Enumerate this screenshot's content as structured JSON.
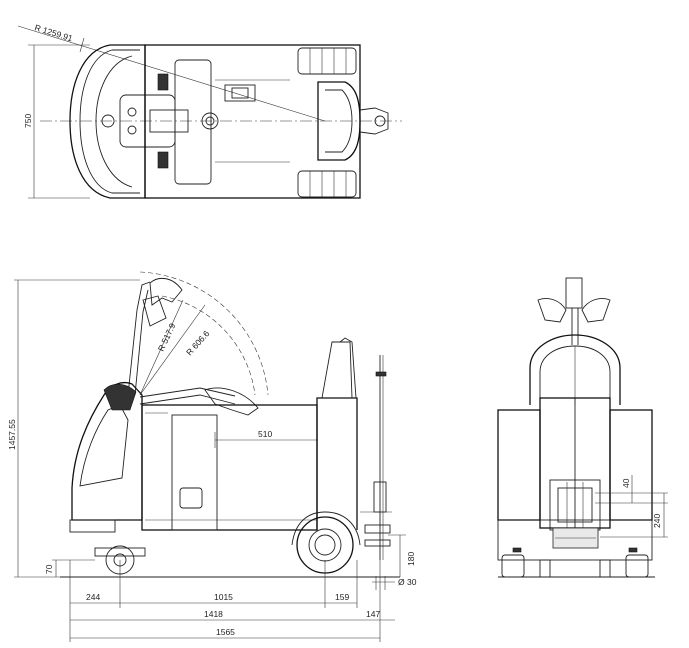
{
  "top_view": {
    "radius_label": "R 1259.91",
    "width_label": "750"
  },
  "side_view": {
    "height_label": "1457.55",
    "radius_inner_label": "R 517.9",
    "radius_outer_label": "R 606.6",
    "reach_label": "510",
    "ground_clearance_label": "70",
    "rear_overhang_label": "244",
    "wheelbase_label": "1015",
    "front_overhang_label": "159",
    "length_to_coupling_label": "1418",
    "coupling_offset_label": "147",
    "overall_length_label": "1565",
    "coupling_height_label": "180",
    "pin_diameter_label": "Ø 30"
  },
  "rear_view": {
    "coupling_width_label": "40",
    "coupling_height_label": "240"
  }
}
